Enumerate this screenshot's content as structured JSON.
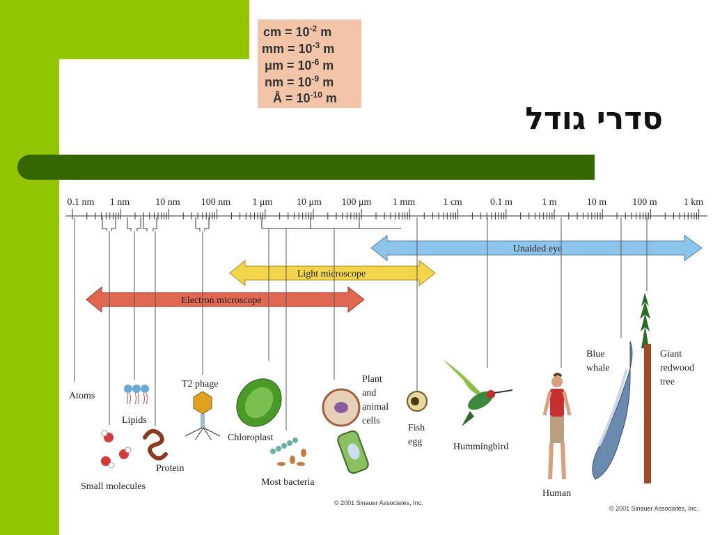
{
  "title": "סדרי גודל",
  "units": [
    {
      "unit": "cm",
      "exp": "-2",
      "base": "m"
    },
    {
      "unit": "mm",
      "exp": "-3",
      "base": "m"
    },
    {
      "unit": "μm",
      "exp": "-6",
      "base": "m"
    },
    {
      "unit": "nm",
      "exp": "-9",
      "base": "m"
    },
    {
      "unit": "Å",
      "exp": "-10",
      "base": "m"
    }
  ],
  "scale_labels": [
    "0.1 nm",
    "1 nm",
    "10 nm",
    "100 nm",
    "1 μm",
    "10 μm",
    "100 μm",
    "1 mm",
    "1 cm",
    "0.1 m",
    "1 m",
    "10 m",
    "100 m",
    "1 km"
  ],
  "ranges": {
    "unaided": "Unaided eye",
    "light": "Light microscope",
    "electron": "Electron microscope"
  },
  "objects": {
    "atoms": "Atoms",
    "small_molecules": "Small molecules",
    "lipids": "Lipids",
    "protein": "Protein",
    "t2_phage": "T2 phage",
    "chloroplast": "Chloroplast",
    "bacteria": "Most bacteria",
    "cells_1": "Plant",
    "cells_2": "and",
    "cells_3": "animal",
    "cells_4": "cells",
    "fish_1": "Fish",
    "fish_2": "egg",
    "hummingbird": "Hummingbird",
    "human": "Human",
    "whale_1": "Blue",
    "whale_2": "whale",
    "tree_1": "Giant",
    "tree_2": "redwood",
    "tree_3": "tree"
  },
  "copyright_1": "© 2001 Sinauer Associates, Inc.",
  "copyright_2": "© 2001 Sinauer Associates, Inc.",
  "colors": {
    "green_bg": "#92c400",
    "dark_green": "#336600",
    "units_bg": "#f2c4a8",
    "unaided": "#8fc4ea",
    "light": "#f2d54a",
    "electron": "#e06752"
  }
}
